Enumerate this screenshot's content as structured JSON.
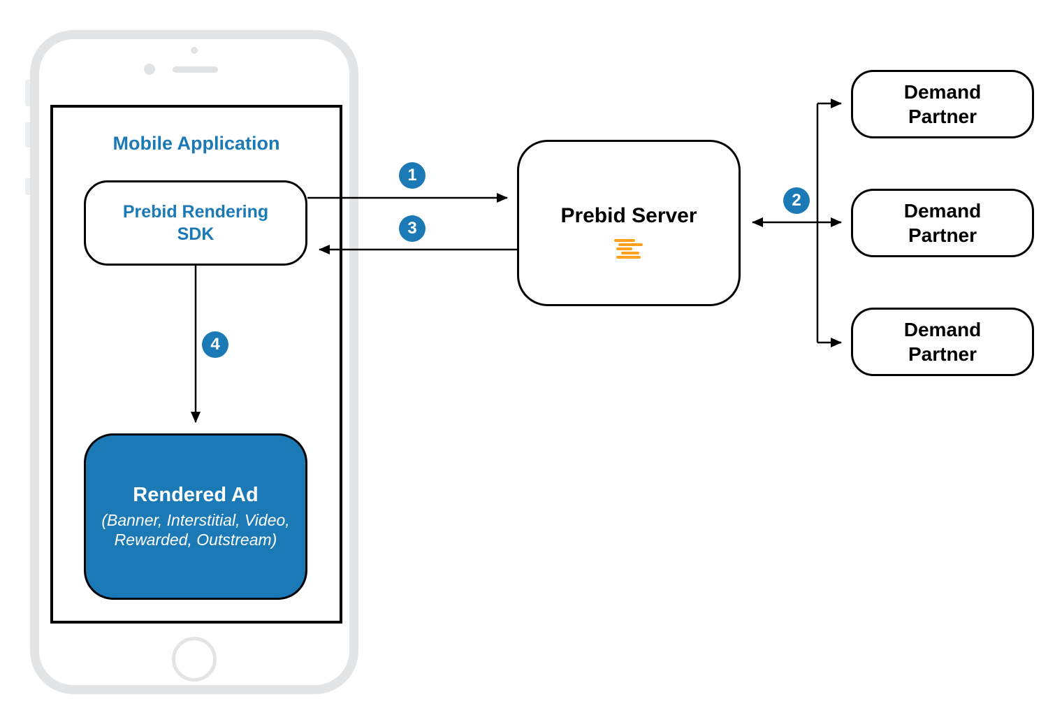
{
  "colors": {
    "accent_blue": "#1B79B6",
    "logo_orange": "#FFA01E",
    "phone_gray": "#E2E4E6",
    "line_black": "#000000"
  },
  "mobile_application": {
    "title": "Mobile Application",
    "sdk_box": {
      "line1": "Prebid Rendering",
      "line2": "SDK"
    },
    "rendered_ad_box": {
      "title": "Rendered Ad",
      "subtitle_line1": "(Banner, Interstitial, Video,",
      "subtitle_line2": "Rewarded, Outstream)"
    }
  },
  "prebid_server": {
    "title": "Prebid Server"
  },
  "demand_partners": [
    {
      "label": "Demand Partner"
    },
    {
      "label": "Demand Partner"
    },
    {
      "label": "Demand Partner"
    }
  ],
  "flow_steps": [
    {
      "number": "1"
    },
    {
      "number": "2"
    },
    {
      "number": "3"
    },
    {
      "number": "4"
    }
  ]
}
